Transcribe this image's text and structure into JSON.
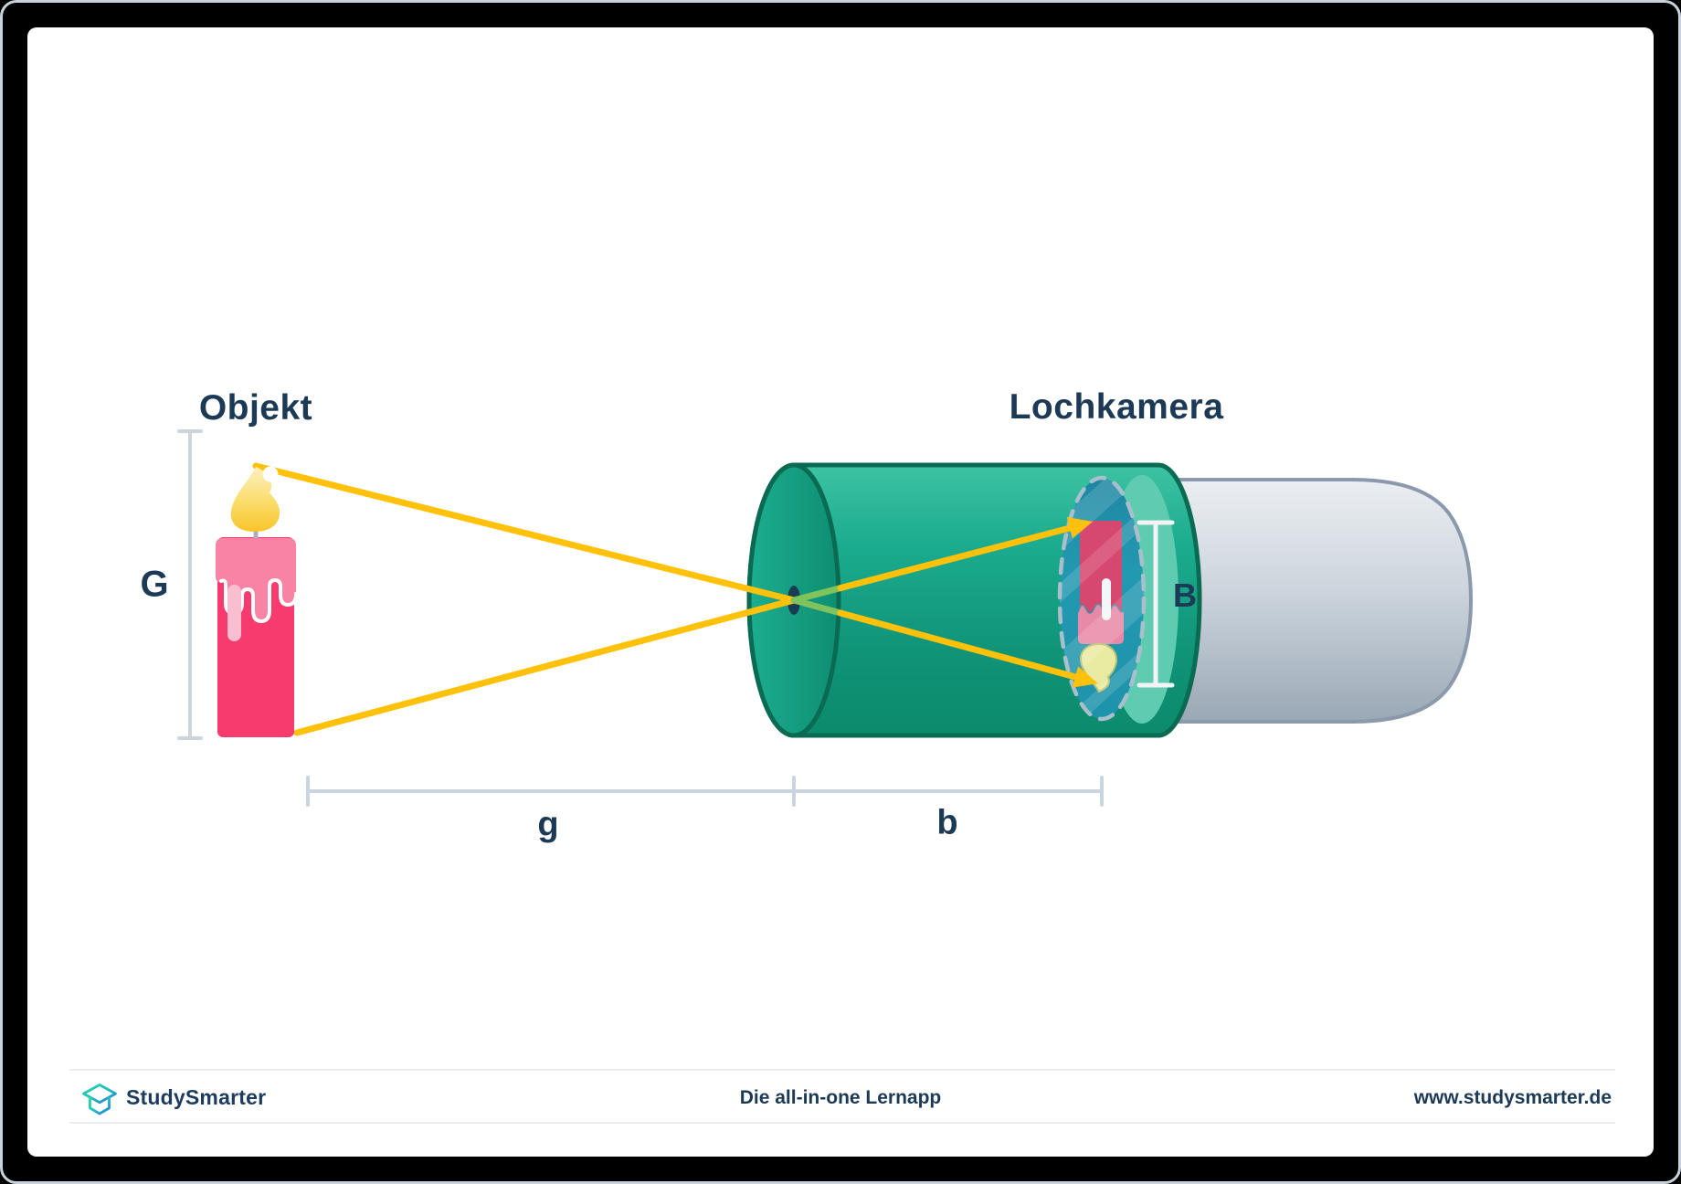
{
  "titles": {
    "object": "Objekt",
    "camera": "Lochkamera"
  },
  "measures": {
    "object_height": "G",
    "object_distance": "g",
    "image_distance": "b",
    "image_height": "B"
  },
  "footer": {
    "brand": "StudySmarter",
    "tagline": "Die all-in-one Lernapp",
    "website": "www.studysmarter.de"
  },
  "colors": {
    "text_navy": "#1C3A55",
    "ray_yellow": "#FFC10A",
    "ray_tinted_green": "#7FC35C",
    "candle_pink": "#F73B6F",
    "candle_wax_pink": "#F883A5",
    "candle_drip_pink": "#F9BFD1",
    "flame_gold": "#F8C42A",
    "camera_green": "#12A287",
    "camera_outline_green": "#0A6B52",
    "image_plane_teal": "#2399B1",
    "image_candle_pink": "#D6486F",
    "tube_gray": "#CDD5DD",
    "measure_gray": "#CBD5DD",
    "measure_white": "#F1F3F4"
  },
  "icons": {
    "brand_logo": "studysmarter-box-logo"
  }
}
